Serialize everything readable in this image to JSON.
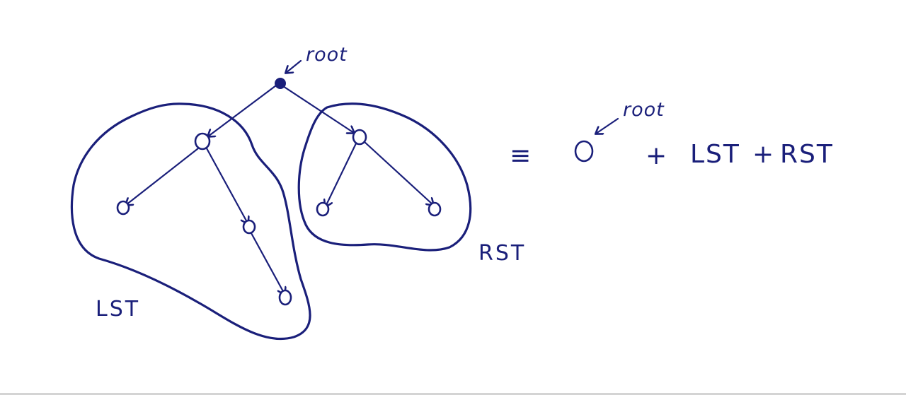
{
  "diagram": {
    "tree": {
      "root_label": "root",
      "left_subtree_label": "LST",
      "right_subtree_label": "RST"
    },
    "equation": {
      "equiv_symbol": "≡",
      "root_label": "root",
      "plus1": "+",
      "lst": "LST",
      "plus2": "+",
      "rst": "RST"
    },
    "colors": {
      "ink": "#1a1f7a",
      "paper": "#ffffff"
    }
  }
}
